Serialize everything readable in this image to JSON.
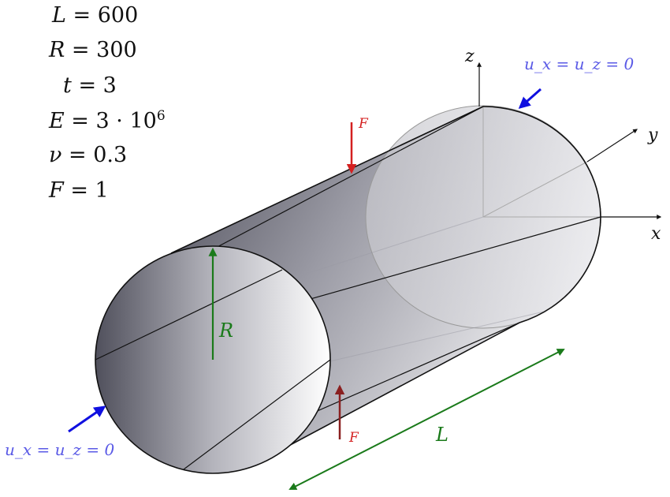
{
  "parameters": [
    {
      "symbol": "L",
      "value": "600"
    },
    {
      "symbol": "R",
      "value": "300"
    },
    {
      "symbol": "t",
      "value": "3"
    },
    {
      "symbol": "E",
      "value": "3 · 10",
      "superscript": "6"
    },
    {
      "symbol": "ν",
      "value": "0.3"
    },
    {
      "symbol": "F",
      "value": "1"
    }
  ],
  "axes": {
    "x": "x",
    "y": "y",
    "z": "z"
  },
  "labels": {
    "radius": "R",
    "length": "L",
    "force_top": "F",
    "force_bottom": "F",
    "bc_right": "u_x = u_z = 0",
    "bc_left": "u_x = u_z = 0"
  },
  "colors": {
    "force": "#d42020",
    "boundary": "#5a5ae6",
    "boundary_arrow": "#1010e0",
    "dimension": "#1a7a1a",
    "outline": "#111111"
  }
}
